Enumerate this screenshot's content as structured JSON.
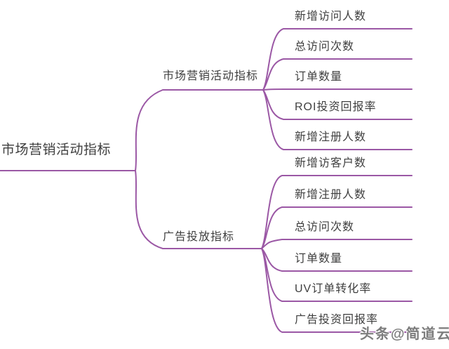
{
  "diagram": {
    "root": {
      "label": "市场营销活动指标"
    },
    "branches": [
      {
        "label": "市场营销活动指标",
        "children": [
          "新增访问人数",
          "总访问次数",
          "订单数量",
          "ROI投资回报率",
          "新增注册人数"
        ]
      },
      {
        "label": "广告投放指标",
        "children": [
          "新增访客户数",
          "新增注册人数",
          "总访问次数",
          "订单数量",
          "UV订单转化率",
          "广告投资回报率"
        ]
      }
    ]
  },
  "watermark": {
    "text": "头条@简道云"
  },
  "colors": {
    "line": "#9b58a5",
    "text": "#3f3f3f",
    "watermark": "#7d7d7d",
    "background": "#ffffff"
  }
}
